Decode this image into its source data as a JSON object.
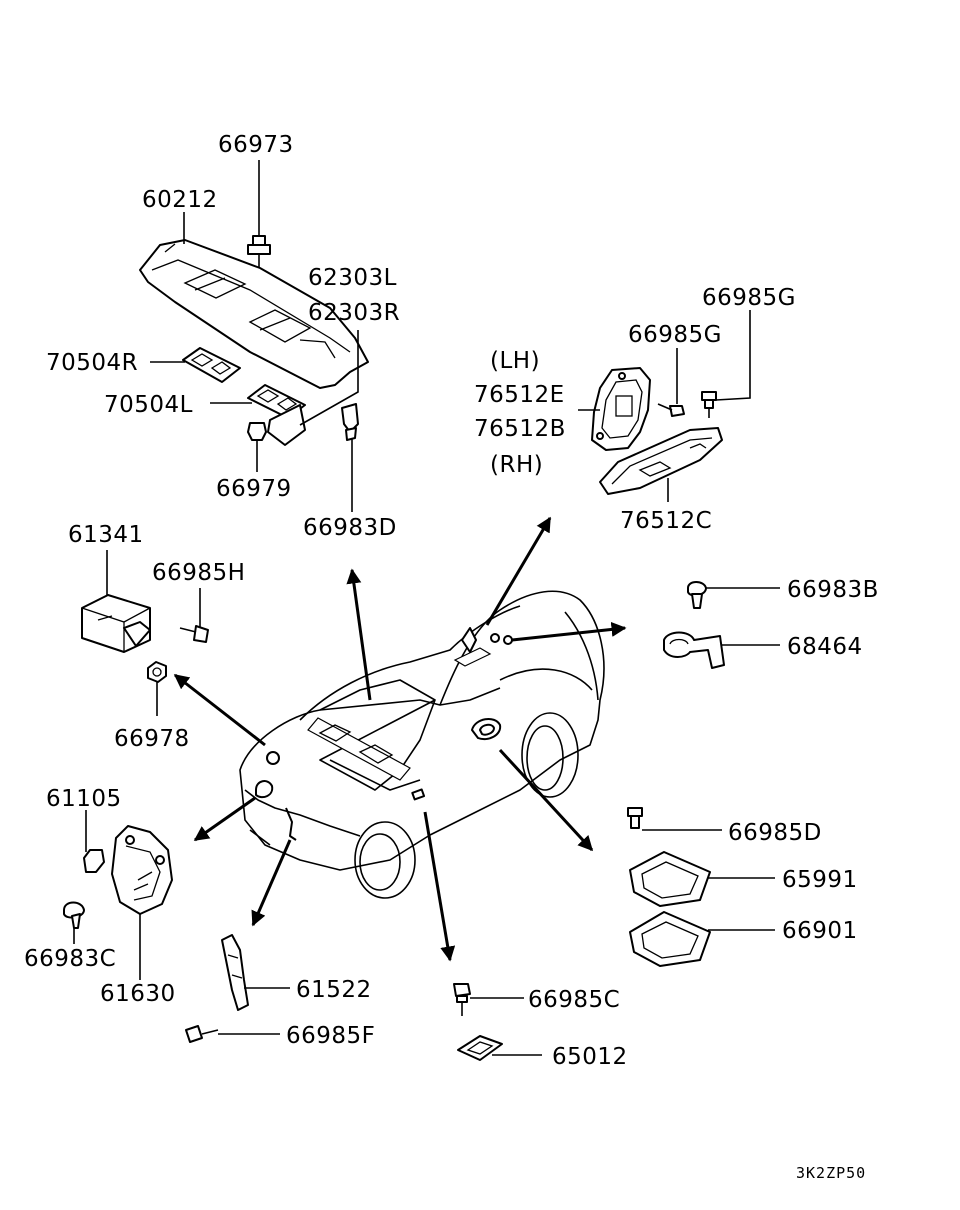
{
  "labels": {
    "p66973": "66973",
    "p60212": "60212",
    "p62303L": "62303L",
    "p62303R": "62303R",
    "p70504R": "70504R",
    "p70504L": "70504L",
    "p66979": "66979",
    "p66983D": "66983D",
    "p66985G_a": "66985G",
    "p66985G_b": "66985G",
    "lh": "(LH)",
    "p76512E": "76512E",
    "p76512B": "76512B",
    "rh": "(RH)",
    "p76512C": "76512C",
    "p61341": "61341",
    "p66985H": "66985H",
    "p66978": "66978",
    "p66983B": "66983B",
    "p68464": "68464",
    "p61105": "61105",
    "p66983C": "66983C",
    "p61630": "61630",
    "p66985D": "66985D",
    "p65991": "65991",
    "p66901": "66901",
    "p61522": "61522",
    "p66985F": "66985F",
    "p66985C": "66985C",
    "p65012": "65012"
  },
  "figure_code": "3K2ZP50"
}
